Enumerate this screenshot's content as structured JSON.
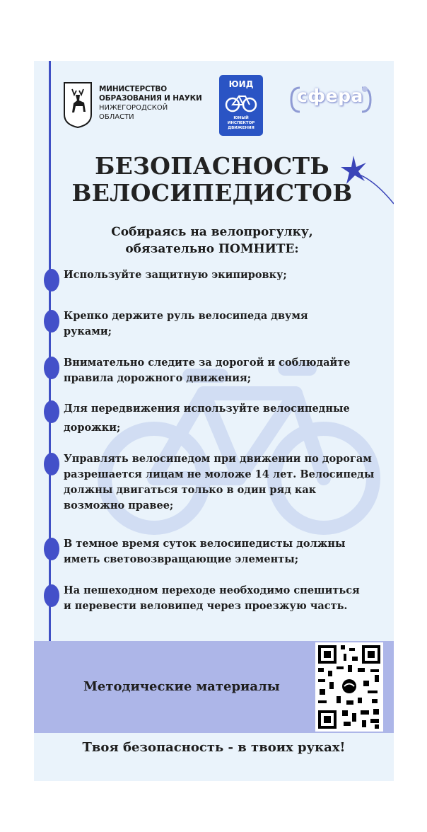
{
  "header": {
    "ministry_line1": "МИНИСТЕРСТВО",
    "ministry_line2": "ОБРАЗОВАНИЯ И НАУКИ",
    "ministry_line3": "НИЖЕГОРОДСКОЙ",
    "ministry_line4": "ОБЛАСТИ",
    "yuid_title": "ЮИД",
    "yuid_sub1": "ЮНЫЙ",
    "yuid_sub2": "ИНСПЕКТОР",
    "yuid_sub3": "ДВИЖЕНИЯ",
    "sfera_logo": "сфера"
  },
  "title_line1": "БЕЗОПАСНОСТЬ",
  "title_line2": "ВЕЛОСИПЕДИСТОВ",
  "subtitle_line1": "Собираясь на велопрогулку,",
  "subtitle_line2": "обязательно ПОМНИТЕ:",
  "rules": [
    "Используйте защитную экипировку;",
    "Крепко держите руль велосипеда двумя руками;",
    "Внимательно следите за дорогой и соблюдайте правила дорожного движения;",
    "Для передвижения используйте велосипедные дорожки;",
    "Управлять велосипедом при движении по дорогам разрешается лицам не моложе 14 лет. Велосипеды должны двигаться только в один ряд как возможно правее;",
    "В темное время суток велосипедисты должны иметь световозвращающие элементы;",
    "На пешеходном переходе необходимо спешиться и перевести веловипед через проезжую часть."
  ],
  "band_text": "Методические материалы",
  "footer_text": "Твоя безопасность - в твоих руках!",
  "colors": {
    "accent": "#4350c9",
    "background": "#eaf3fb",
    "band": "#adb6e8",
    "yuid_blue": "#2a54c4"
  }
}
